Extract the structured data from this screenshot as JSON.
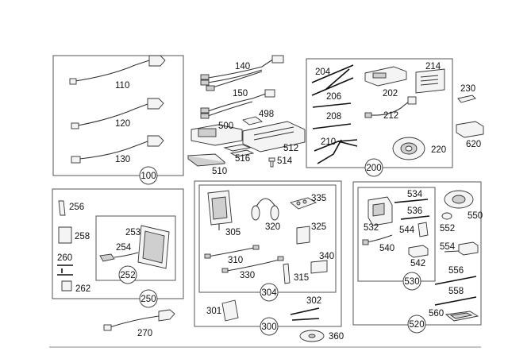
{
  "labels": {
    "p110": "110",
    "p120": "120",
    "p130": "130",
    "g100": "100",
    "p140": "140",
    "p150": "150",
    "p498": "498",
    "p500": "500",
    "p512": "512",
    "p516": "516",
    "p510": "510",
    "p514": "514",
    "p204": "204",
    "p206": "206",
    "p208": "208",
    "p210": "210",
    "p202": "202",
    "p212": "212",
    "p214": "214",
    "p220": "220",
    "g200": "200",
    "p230": "230",
    "p620": "620",
    "p256": "256",
    "p258": "258",
    "p253": "253",
    "p254": "254",
    "p260": "260",
    "p252": "252",
    "p262": "262",
    "g250": "250",
    "p305": "305",
    "p320": "320",
    "p335": "335",
    "p325": "325",
    "p310": "310",
    "p330": "330",
    "p340": "340",
    "p315": "315",
    "g304": "304",
    "p301": "301",
    "p302": "302",
    "g300": "300",
    "p360": "360",
    "p534": "534",
    "p536": "536",
    "p532": "532",
    "p544": "544",
    "p540": "540",
    "p542": "542",
    "p550": "550",
    "p552": "552",
    "p554": "554",
    "g530": "530",
    "p556": "556",
    "p558": "558",
    "p560": "560",
    "g520": "520",
    "p270": "270"
  }
}
